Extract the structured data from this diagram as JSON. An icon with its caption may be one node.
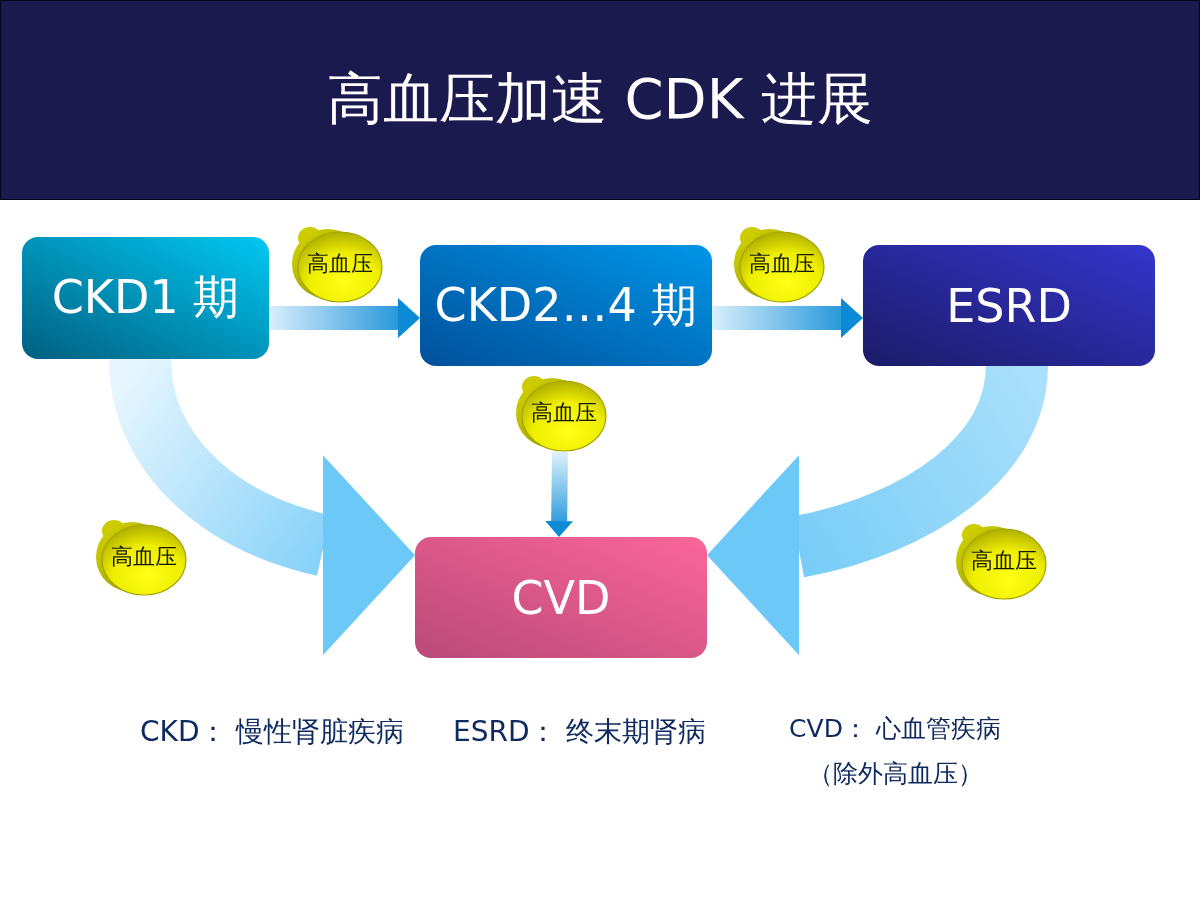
{
  "diagram": {
    "title": "高血压加速 CDK 进展",
    "nodes": [
      {
        "text": [
          "CKD1 期"
        ]
      },
      {
        "text": [
          "高血压"
        ]
      },
      {
        "text": [
          "CKD2…4 期"
        ]
      },
      {
        "text": [
          "高血压"
        ]
      },
      {
        "text": [
          "ESRD"
        ]
      },
      {
        "text": [
          "高血压"
        ]
      },
      {
        "text": [
          "高血压"
        ]
      },
      {
        "text": [
          "CVD"
        ]
      },
      {
        "text": [
          "高血压"
        ]
      }
    ],
    "edges": [
      {
        "from": 0,
        "to": 2,
        "arrow": "to"
      },
      {
        "from": 2,
        "to": 4,
        "arrow": "to"
      },
      {
        "from": 5,
        "to": 7,
        "arrow": "to"
      },
      {
        "from": 0,
        "to": 7,
        "arrow": "to",
        "style": "thick"
      },
      {
        "from": 4,
        "to": 7,
        "arrow": "to",
        "style": "thick"
      }
    ],
    "labels": [
      "CKD： 慢性肾脏疾病",
      "ESRD： 终末期肾病",
      "CVD： 心血管疾病（除外高血压）"
    ]
  }
}
